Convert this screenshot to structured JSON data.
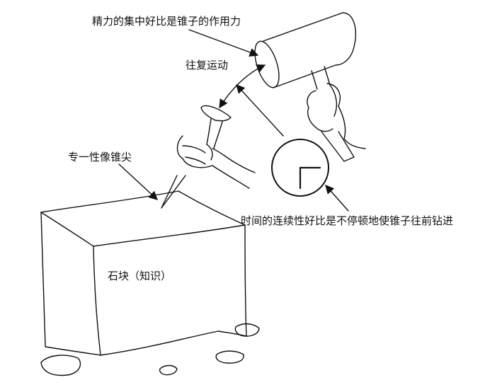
{
  "labels": {
    "focus": "精力的集中好比是锥子的作用力",
    "reciprocate": "往复运动",
    "tip": "专一性像锥尖",
    "continuity": "时间的连续性好比是不停顿地使锥子往前钻进",
    "stone": "石块（知识）"
  },
  "colors": {
    "ink": "#111111",
    "background": "#ffffff"
  },
  "icons": [
    "hammer-icon",
    "chisel-icon",
    "clock-icon",
    "stone-block-icon",
    "pebble-icon"
  ]
}
